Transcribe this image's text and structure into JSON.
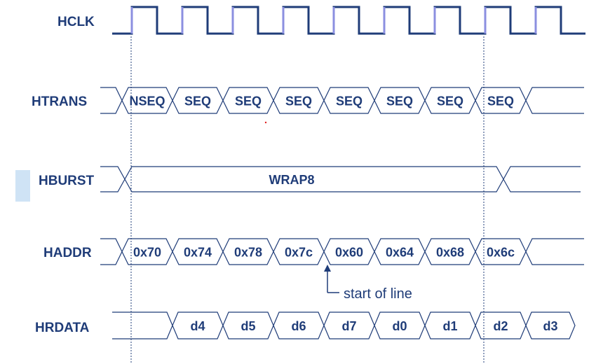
{
  "signals": {
    "hclk": "HCLK",
    "htrans": "HTRANS",
    "hburst": "HBURST",
    "haddr": "HADDR",
    "hrdata": "HRDATA"
  },
  "htrans_values": [
    "NSEQ",
    "SEQ",
    "SEQ",
    "SEQ",
    "SEQ",
    "SEQ",
    "SEQ",
    "SEQ"
  ],
  "hburst_value": "WRAP8",
  "haddr_values": [
    "0x70",
    "0x74",
    "0x78",
    "0x7c",
    "0x60",
    "0x64",
    "0x68",
    "0x6c"
  ],
  "hrdata_values": [
    "d4",
    "d5",
    "d6",
    "d7",
    "d0",
    "d1",
    "d2",
    "d3"
  ],
  "annotation": "start of line",
  "colors": {
    "signal": "#1f3c78",
    "clock_edge": "#8b8fe0",
    "side_marker": "#cfe3f5"
  }
}
